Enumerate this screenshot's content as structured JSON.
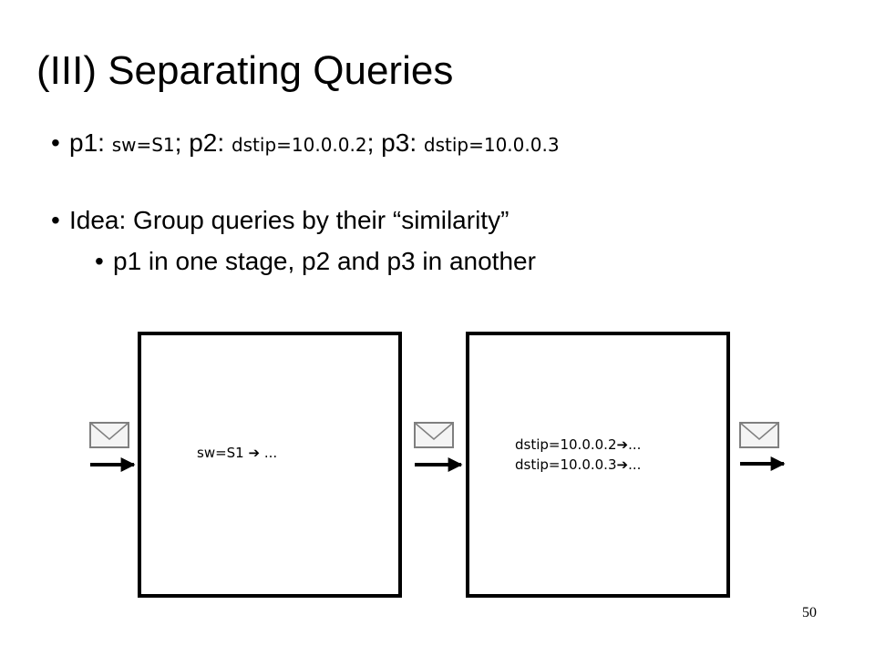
{
  "slide": {
    "title": "(III) Separating Queries",
    "page_number": "50"
  },
  "bullets": [
    {
      "parts": [
        {
          "text": "p1: ",
          "style": "normal"
        },
        {
          "text": "sw=S1",
          "style": "mono"
        },
        {
          "text": "; p2: ",
          "style": "normal"
        },
        {
          "text": "dstip=10.0.0.2",
          "style": "mono"
        },
        {
          "text": "; p3: ",
          "style": "normal"
        },
        {
          "text": "dstip=10.0.0.3",
          "style": "mono"
        }
      ]
    },
    {
      "text": "Idea: Group queries by their “similarity”"
    },
    {
      "text": "p1 in one stage, p2 and p3 in another"
    }
  ],
  "stages": [
    {
      "rules": [
        "sw=S1  ➔ ..."
      ]
    },
    {
      "rules": [
        "dstip=10.0.0.2➔...",
        "dstip=10.0.0.3➔..."
      ]
    }
  ],
  "icons": {
    "packet": "envelope-icon",
    "flow": "arrow-right-icon"
  },
  "colors": {
    "ink": "#000000",
    "envelope_fill": "#f4f4f4",
    "envelope_stroke": "#7f7f7f"
  }
}
